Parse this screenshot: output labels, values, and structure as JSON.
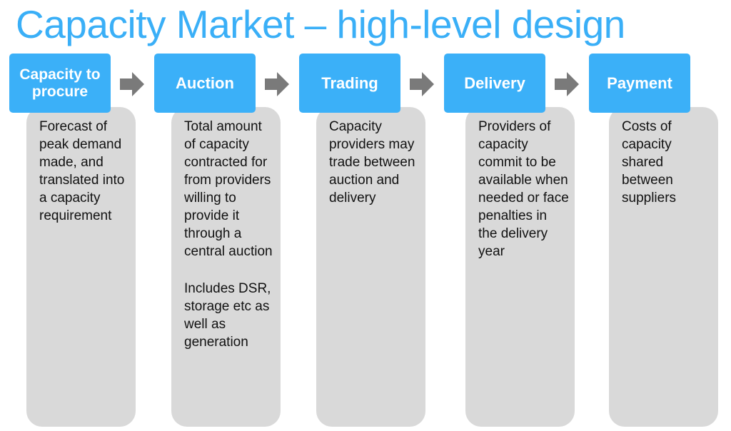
{
  "title": "Capacity Market – high-level design",
  "colors": {
    "accent": "#3bb0f8",
    "card": "#d9d9d9",
    "arrow": "#7a7a7a"
  },
  "steps": [
    {
      "label": "Capacity to procure",
      "paragraphs": [
        "Forecast of peak demand made, and translated into a capacity requirement"
      ]
    },
    {
      "label": "Auction",
      "paragraphs": [
        "Total amount of capacity contracted for from providers willing to provide it through a central auction",
        "Includes DSR, storage etc as well as generation"
      ]
    },
    {
      "label": "Trading",
      "paragraphs": [
        "Capacity providers may trade between auction and delivery"
      ]
    },
    {
      "label": "Delivery",
      "paragraphs": [
        "Providers of capacity commit to be available when needed or face penalties in the delivery year"
      ]
    },
    {
      "label": "Payment",
      "paragraphs": [
        "Costs of capacity shared between suppliers"
      ]
    }
  ]
}
